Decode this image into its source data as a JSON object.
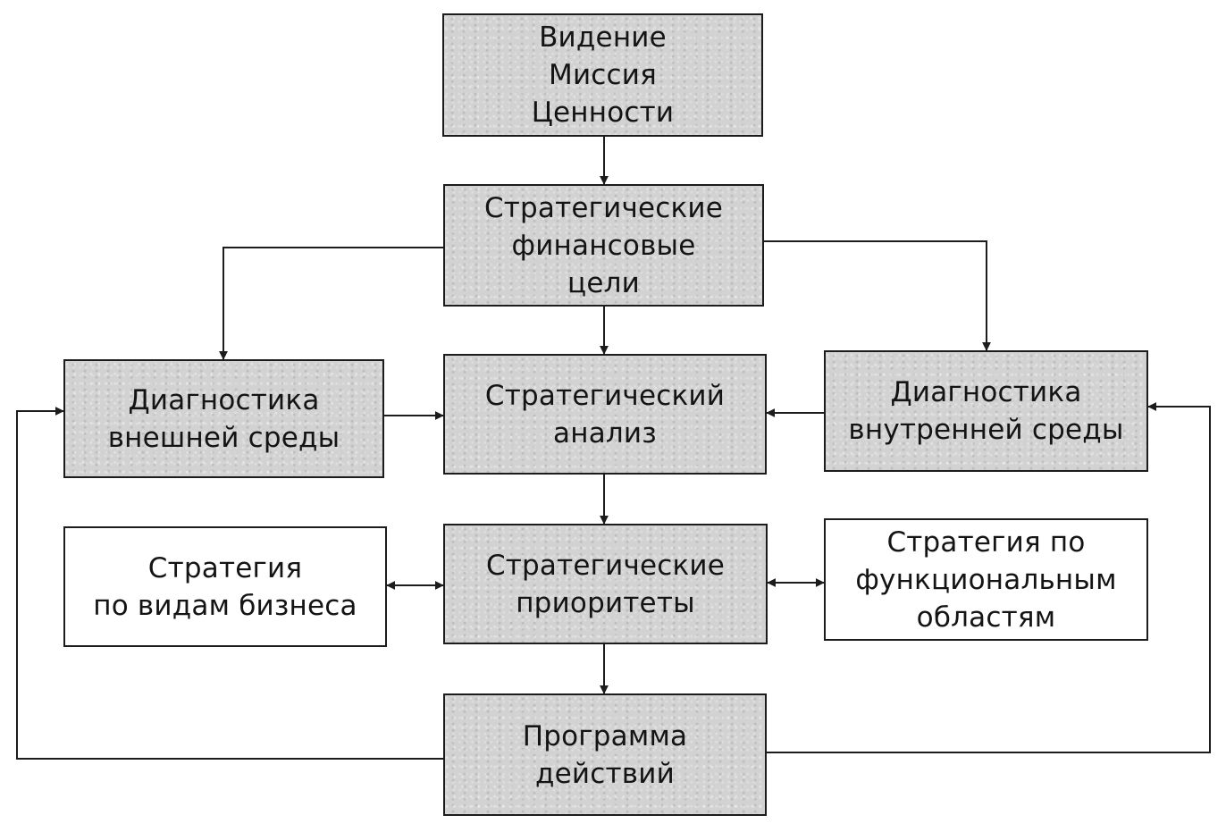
{
  "boxes": {
    "vision": {
      "lines": [
        "Видение",
        "Миссия",
        "Ценности"
      ]
    },
    "financial_goals": {
      "lines": [
        "Стратегические",
        "финансовые",
        "цели"
      ]
    },
    "external_diagnostics": {
      "lines": [
        "Диагностика",
        "внешней среды"
      ]
    },
    "strategic_analysis": {
      "lines": [
        "Стратегический",
        "анализ"
      ]
    },
    "internal_diagnostics": {
      "lines": [
        "Диагностика",
        "внутренней среды"
      ]
    },
    "business_strategy": {
      "lines": [
        "Стратегия",
        "по видам бизнеса"
      ]
    },
    "strategic_priorities": {
      "lines": [
        "Стратегические",
        "приоритеты"
      ]
    },
    "functional_strategy": {
      "lines": [
        "Стратегия по",
        "функциональным",
        "областям"
      ]
    },
    "action_program": {
      "lines": [
        "Программа",
        "действий"
      ]
    }
  },
  "colors": {
    "stroke": "#1c1c1c",
    "shaded_fill": "#d2d2d2",
    "plain_fill": "#ffffff"
  }
}
